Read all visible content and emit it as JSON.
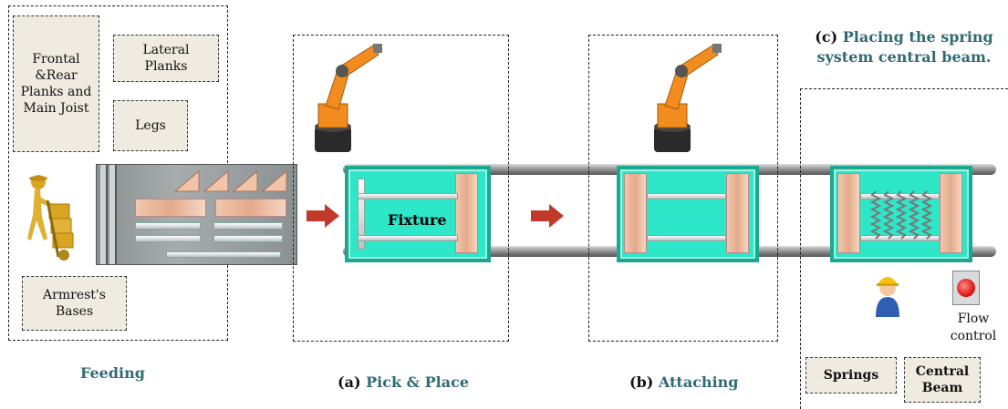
{
  "feeding": {
    "tags": {
      "frontal_rear": "Frontal &Rear Planks and Main Joist",
      "lateral": "Lateral Planks",
      "legs": "Legs",
      "armrest": "Armrest's Bases"
    },
    "caption": "Feeding"
  },
  "stations": {
    "pick_place": {
      "prefix": "(a)",
      "title": "Pick & Place"
    },
    "attaching": {
      "prefix": "(b)",
      "title": "Attaching"
    },
    "placing": {
      "prefix": "(c)",
      "title": "Placing the spring system central beam."
    }
  },
  "fixture_label": "Fixture",
  "flow_control": "Flow control",
  "placing_tags": {
    "springs": "Springs",
    "central_beam": "Central Beam"
  },
  "colors": {
    "fixture": "#2ee6c8",
    "arrow": "#c0392b",
    "caption_teal": "#2f6b73",
    "robot": "#f28c1e"
  }
}
